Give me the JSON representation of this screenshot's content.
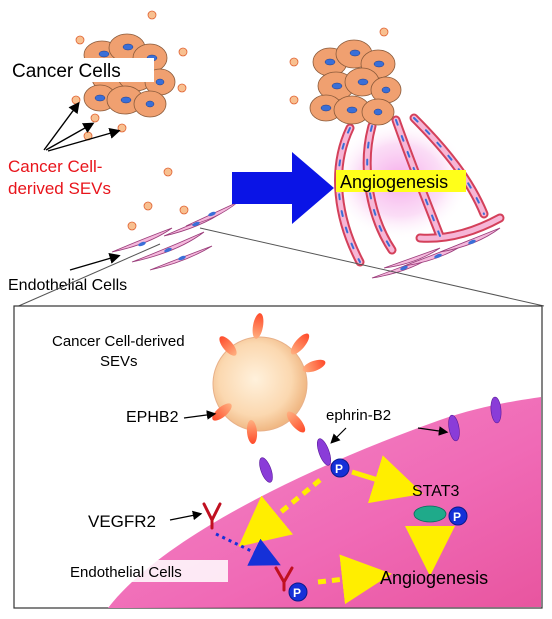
{
  "labels": {
    "cancer_cells": "Cancer Cells",
    "cancer_sevs_line1": "Cancer Cell-",
    "cancer_sevs_line2": "derived SEVs",
    "endothelial_top": "Endothelial Cells",
    "angiogenesis_top": "Angiogenesis",
    "inset_sevs_line1": "Cancer Cell-derived",
    "inset_sevs_line2": "SEVs",
    "ephb2": "EPHB2",
    "ephrin_b2": "ephrin-B2",
    "stat3": "STAT3",
    "vegfr2": "VEGFR2",
    "endothelial_inset": "Endothelial Cells",
    "angiogenesis_inset": "Angiogenesis",
    "phospho": "P"
  },
  "colors": {
    "sev_text": "#e8141b",
    "arrow_blue": "#0a14e6",
    "highlight_yellow": "#ffff1a",
    "membrane_pink": "#f06ab6",
    "cell_orange": "#f0a070",
    "nucleus_blue": "#3a6fd8",
    "vessel_red": "#d4405a",
    "phospho_blue": "#1530d8",
    "receptor_purple": "#8a3cd8",
    "stat3_teal": "#1faa8a",
    "dashed_yellow": "#ffee00"
  }
}
